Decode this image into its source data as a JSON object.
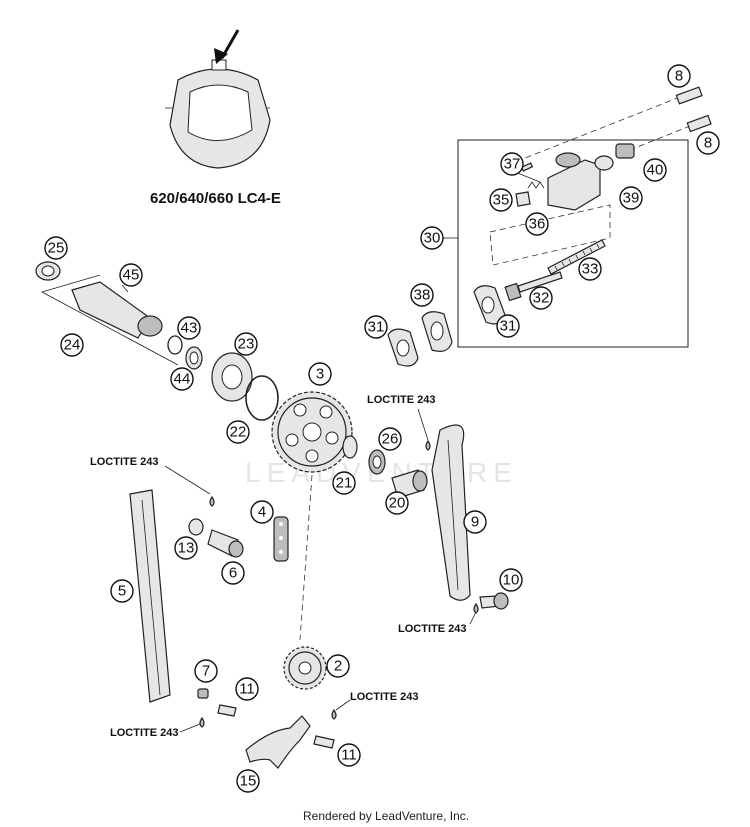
{
  "model_label": "620/640/660 LC4-E",
  "credit": "Rendered by LeadVenture, Inc.",
  "watermark": "LEADVENTURE",
  "loctite_label": "LOCTITE 243",
  "callouts": {
    "c2": "2",
    "c3": "3",
    "c4": "4",
    "c5": "5",
    "c6": "6",
    "c7": "7",
    "c8a": "8",
    "c8b": "8",
    "c9": "9",
    "c10": "10",
    "c11a": "11",
    "c11b": "11",
    "c13": "13",
    "c15": "15",
    "c20": "20",
    "c21": "21",
    "c22": "22",
    "c23": "23",
    "c24": "24",
    "c25": "25",
    "c26": "26",
    "c30": "30",
    "c31a": "31",
    "c31b": "31",
    "c32": "32",
    "c33": "33",
    "c35": "35",
    "c36": "36",
    "c37": "37",
    "c38": "38",
    "c39": "39",
    "c40": "40",
    "c43": "43",
    "c44": "44",
    "c45": "45"
  }
}
